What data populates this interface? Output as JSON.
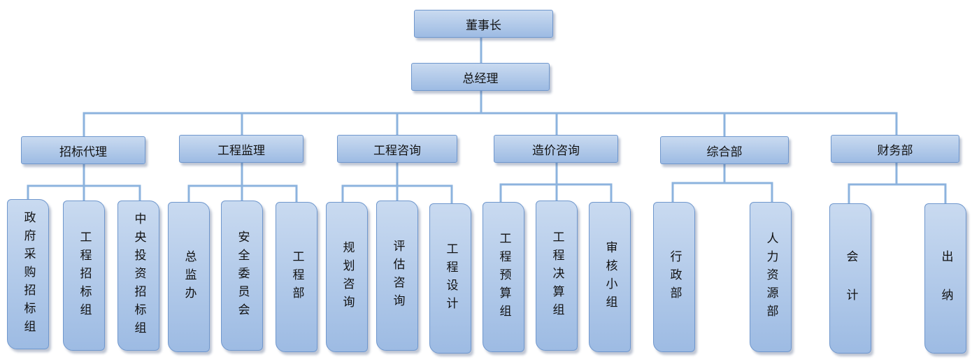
{
  "chart_data": {
    "type": "org-chart",
    "root": {
      "label": "董事长",
      "children": [
        {
          "label": "总经理",
          "children": [
            {
              "label": "招标代理",
              "children": [
                {
                  "label": "政府采购招标组"
                },
                {
                  "label": "工程招标组"
                },
                {
                  "label": "中央投资招标组"
                }
              ]
            },
            {
              "label": "工程监理",
              "children": [
                {
                  "label": "总监办"
                },
                {
                  "label": "安全委员会"
                },
                {
                  "label": "工程部"
                }
              ]
            },
            {
              "label": "工程咨询",
              "children": [
                {
                  "label": "规划咨询"
                },
                {
                  "label": "评估咨询"
                },
                {
                  "label": "工程设计"
                }
              ]
            },
            {
              "label": "造价咨询",
              "children": [
                {
                  "label": "工程预算组"
                },
                {
                  "label": "工程决算组"
                },
                {
                  "label": "审核小组"
                }
              ]
            },
            {
              "label": "综合部",
              "children": [
                {
                  "label": "行政部"
                },
                {
                  "label": "人力资源部"
                }
              ]
            },
            {
              "label": "财务部",
              "children": [
                {
                  "label": "会 计"
                },
                {
                  "label": "出 纳"
                }
              ]
            }
          ]
        }
      ]
    },
    "colors": {
      "box_fill_top": "#c9daf0",
      "box_fill_bottom": "#9dbbe3",
      "box_border": "#6f97cd",
      "connector": "#8cb3de"
    }
  }
}
